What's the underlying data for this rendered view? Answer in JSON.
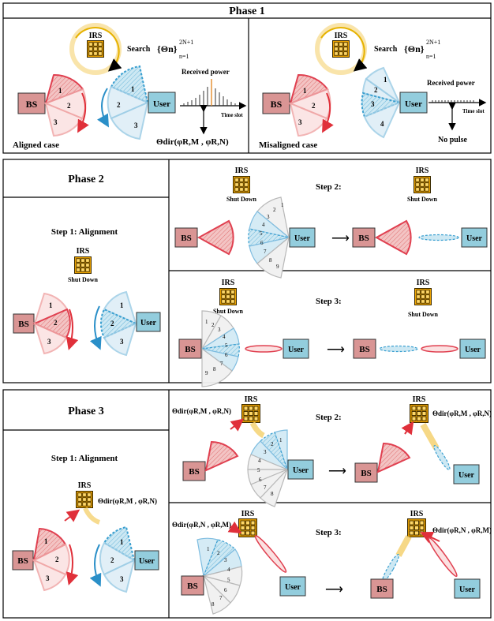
{
  "phase1": {
    "title": "Phase 1",
    "irs": "IRS",
    "search": "Search",
    "search_math": "{Θn}",
    "search_sup": "2N+1",
    "search_sub": "n=1",
    "bs": "BS",
    "user": "User",
    "received_power": "Received power",
    "time_slot": "Time slot",
    "theta_dir": "Θdir(φR,M , φR,N)",
    "no_pulse": "No pulse",
    "aligned_case": "Aligned case",
    "misaligned_case": "Misaligned case",
    "beam_numbers": [
      "1",
      "2",
      "3"
    ],
    "misaligned_numbers": [
      "1",
      "2",
      "3",
      "4"
    ]
  },
  "phase2": {
    "title": "Phase 2",
    "step1": "Step 1:  Alignment",
    "step2": "Step 2:",
    "step3": "Step 3:",
    "irs": "IRS",
    "shut_down": "Shut Down",
    "bs": "BS",
    "user": "User",
    "arrow": "⟶",
    "beam_numbers": [
      "1",
      "2",
      "3",
      "4",
      "5",
      "6",
      "7",
      "8",
      "9"
    ]
  },
  "phase3": {
    "title": "Phase 3",
    "step1": "Step 1:  Alignment",
    "step2": "Step 2:",
    "step3": "Step 3:",
    "irs": "IRS",
    "bs": "BS",
    "user": "User",
    "theta_mn": "Θdir(φR,M , φR,N)",
    "theta_nm": "Θdir(φR,N , φR,M)",
    "arrow": "⟶"
  },
  "colors": {
    "bs_fill": "#d99594",
    "user_fill": "#93cddd",
    "irs_fill": "#f0a500",
    "red_beam": "#e0404a",
    "blue_beam": "#3a9fd0"
  }
}
